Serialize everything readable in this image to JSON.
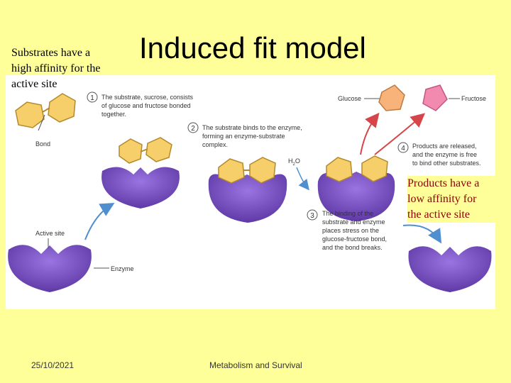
{
  "slide": {
    "title": "Induced fit model",
    "note_left": [
      "Substrates have a",
      "high affinity for the",
      "active site"
    ],
    "note_right": [
      "Products have a",
      "low affinity for",
      "the active site"
    ],
    "footer_date": "25/10/2021",
    "footer_text": "Metabolism and Survival"
  },
  "diagram": {
    "step1_num": "1",
    "step1_lines": [
      "The substrate, sucrose, consists",
      "of glucose and fructose bonded",
      "together."
    ],
    "step2_num": "2",
    "step2_lines": [
      "The substrate binds to the enzyme,",
      "forming an enzyme-substrate",
      "complex."
    ],
    "step3_num": "3",
    "step3_lines": [
      "The binding of the",
      "substrate and enzyme",
      "places stress on the",
      "glucose-fructose bond,",
      "and the bond breaks."
    ],
    "step4_num": "4",
    "step4_lines": [
      "Products are released,",
      "and the enzyme is free",
      "to bind other substrates."
    ],
    "bond_label": "Bond",
    "active_site_label": "Active site",
    "enzyme_label": "Enzyme",
    "glucose_label": "Glucose",
    "fructose_label": "Fructose",
    "water_label_main": "H",
    "water_label_sub": "2",
    "water_label_end": "O",
    "colors": {
      "enzyme": "#7b4fc8",
      "enzyme_dark": "#5a34a0",
      "glucose": "#f7cf6a",
      "fructose": "#f28ab0",
      "arrow": "#d6454a",
      "arrow_blue": "#4f8fd0",
      "title_text": "#000000",
      "right_note_text": "#8b0000",
      "slide_bg": "#ffff99"
    }
  }
}
